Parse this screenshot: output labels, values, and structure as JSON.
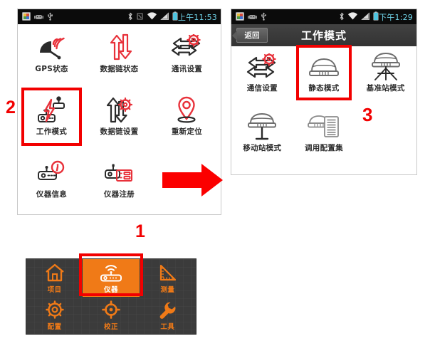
{
  "left_phone": {
    "statusbar": {
      "left_icons": [
        "gallery-icon",
        "android-robot-icon",
        "usb-icon"
      ],
      "right_icons": [
        "bluetooth-icon",
        "nfc-icon",
        "wifi-icon",
        "signal-icon",
        "battery-icon"
      ],
      "time": "上午11:53"
    },
    "grid": [
      {
        "label": "GPS状态",
        "icon": "satellite-dish-icon",
        "selected": false
      },
      {
        "label": "数据链状态",
        "icon": "up-down-arrows-icon",
        "selected": false
      },
      {
        "label": "通讯设置",
        "icon": "exchange-gear-icon",
        "selected": false
      },
      {
        "label": "工作模式",
        "icon": "receiver-bolt-icon",
        "selected": true
      },
      {
        "label": "数据链设置",
        "icon": "arrows-gear-icon",
        "selected": false
      },
      {
        "label": "重新定位",
        "icon": "map-pin-icon",
        "selected": false
      },
      {
        "label": "仪器信息",
        "icon": "receiver-info-icon",
        "selected": false
      },
      {
        "label": "仪器注册",
        "icon": "receiver-register-icon",
        "selected": false
      }
    ]
  },
  "right_phone": {
    "statusbar": {
      "left_icons": [
        "gallery-icon",
        "android-robot-icon",
        "usb-icon"
      ],
      "right_icons": [
        "bluetooth-icon",
        "wifi-icon",
        "signal-icon",
        "battery-icon"
      ],
      "time": "下午1:29"
    },
    "titlebar": {
      "back_label": "返回",
      "title": "工作模式"
    },
    "grid": [
      {
        "label": "通信设置",
        "icon": "exchange-gear-icon",
        "selected": false
      },
      {
        "label": "静态模式",
        "icon": "receiver-static-icon",
        "selected": true
      },
      {
        "label": "基准站模式",
        "icon": "receiver-tripod-icon",
        "selected": false
      },
      {
        "label": "移动站模式",
        "icon": "receiver-pole-icon",
        "selected": false
      },
      {
        "label": "调用配置集",
        "icon": "receiver-list-icon",
        "selected": false
      }
    ]
  },
  "toolbar": {
    "items": [
      {
        "label": "项目",
        "icon": "home-icon",
        "active": false
      },
      {
        "label": "仪器",
        "icon": "receiver-wifi-icon",
        "active": true
      },
      {
        "label": "测量",
        "icon": "triangle-ruler-icon",
        "active": false
      },
      {
        "label": "配置",
        "icon": "gear-icon",
        "active": false
      },
      {
        "label": "校正",
        "icon": "crosshair-icon",
        "active": false
      },
      {
        "label": "工具",
        "icon": "wrench-icon",
        "active": false
      }
    ]
  },
  "annotations": {
    "step1": "1",
    "step2": "2",
    "step3": "3",
    "flow_arrow": "right-arrow-icon"
  },
  "colors": {
    "accent_red": "#f20000",
    "accent_orange": "#f07a17",
    "icon_red": "#e8313a",
    "icon_dark": "#2b2b2b",
    "status_time_blue": "#6fd3e8",
    "panel_dark": "#3b3b3b"
  }
}
